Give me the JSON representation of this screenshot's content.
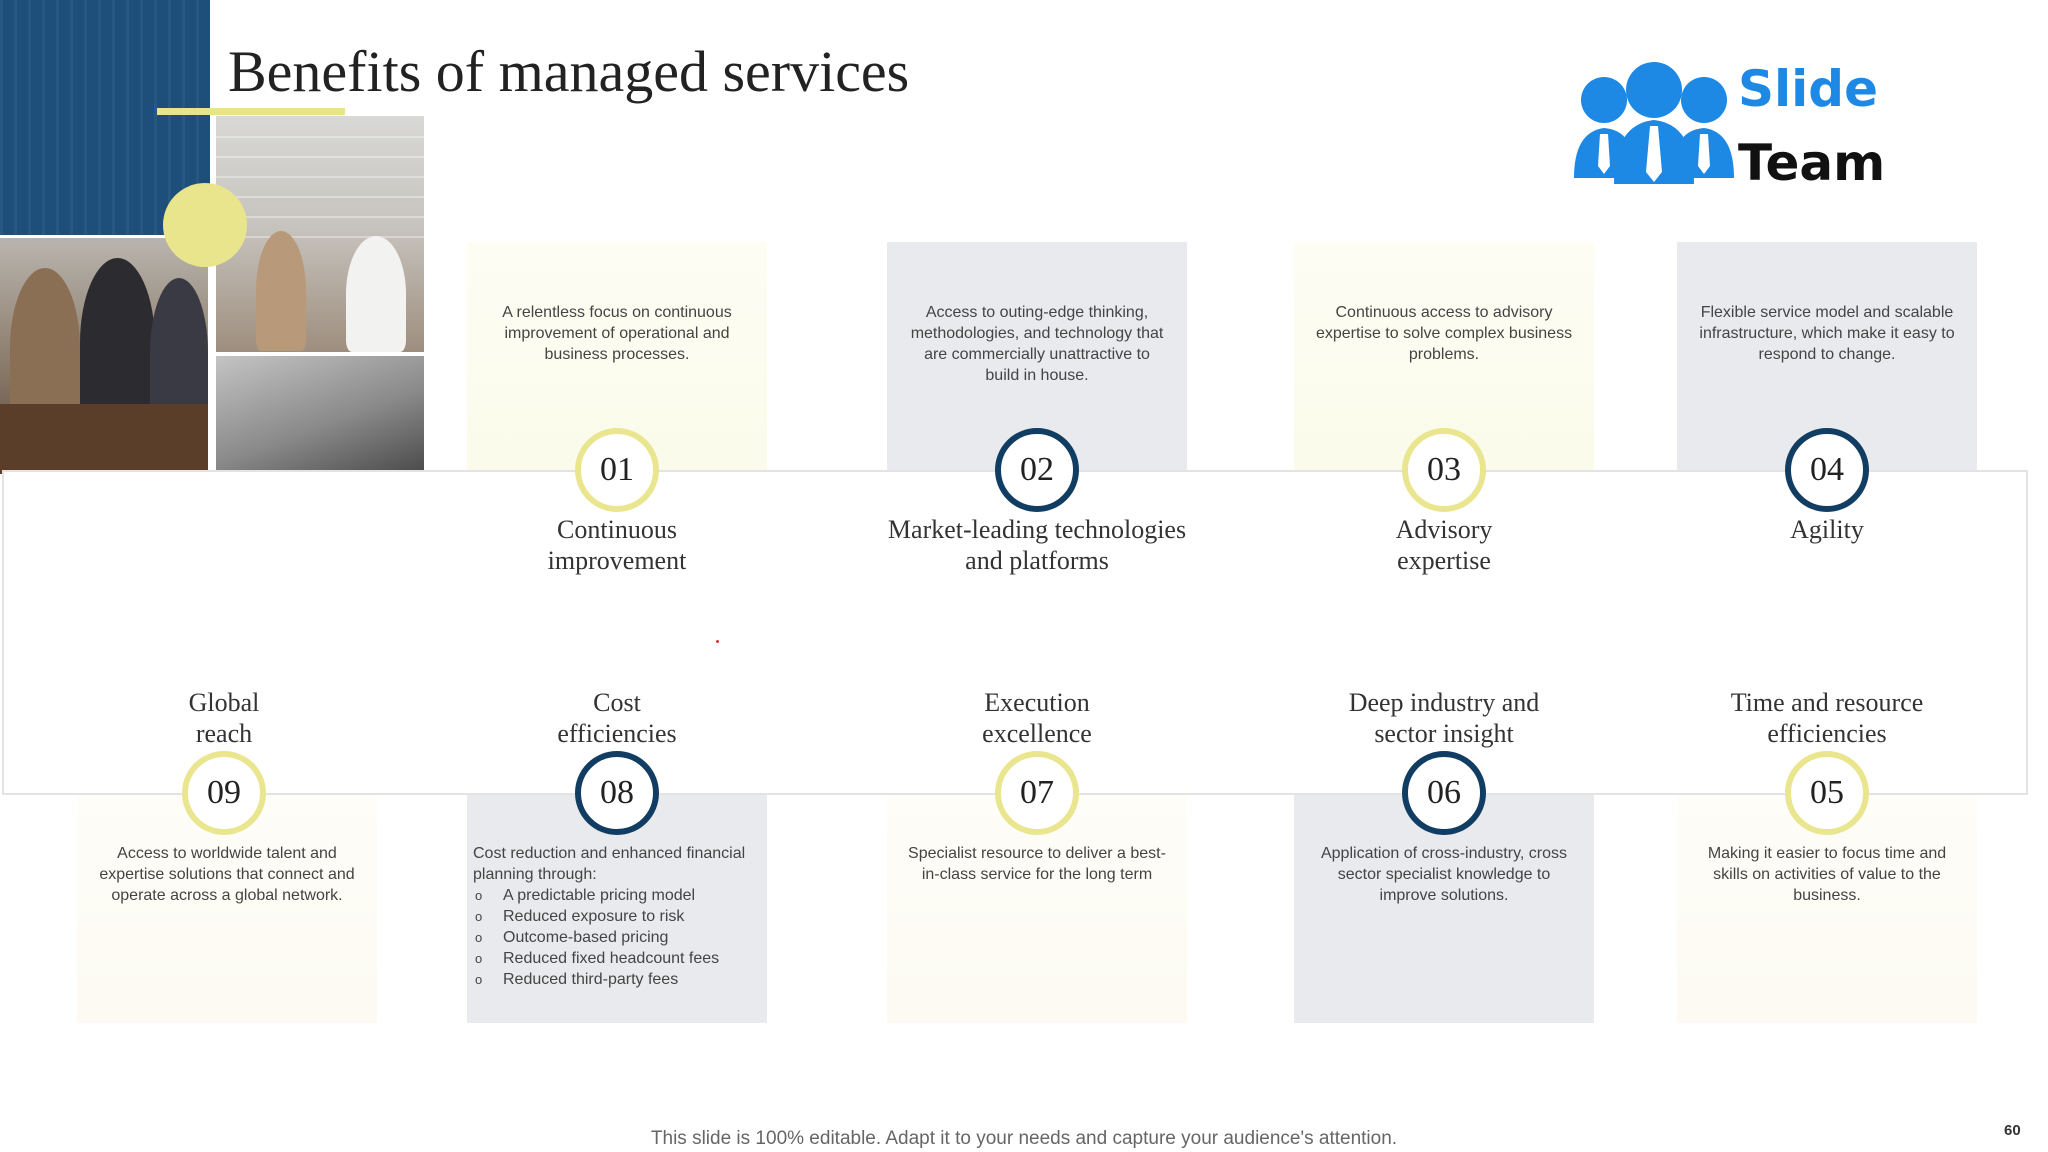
{
  "title": "Benefits of managed services",
  "logo": {
    "line1": "Slide",
    "line2": "Team"
  },
  "top_items": [
    {
      "number": "01",
      "label": "Continuous improvement",
      "text": "A relentless focus on continuous improvement of operational and business processes."
    },
    {
      "number": "02",
      "label": "Market-leading technologies and platforms",
      "text": "Access to outing-edge thinking, methodologies, and technology that are commercially unattractive to build in house."
    },
    {
      "number": "03",
      "label": "Advisory expertise",
      "text": "Continuous access to advisory expertise to solve complex business problems."
    },
    {
      "number": "04",
      "label": "Agility",
      "text": "Flexible service model and scalable infrastructure, which make it easy to respond to change."
    }
  ],
  "bottom_items": [
    {
      "number": "09",
      "label": "Global reach",
      "text": "Access to worldwide talent and expertise solutions that connect and operate across a global network."
    },
    {
      "number": "08",
      "label": "Cost efficiencies",
      "text": "Cost reduction and enhanced financial planning through:",
      "bullets": [
        "A predictable pricing model",
        "Reduced exposure to risk",
        "Outcome-based pricing",
        "Reduced fixed headcount fees",
        "Reduced third-party fees"
      ]
    },
    {
      "number": "07",
      "label": "Execution excellence",
      "text": "Specialist resource to deliver a best-in-class service for the long term"
    },
    {
      "number": "06",
      "label": "Deep industry and sector insight",
      "text": "Application of cross-industry, cross sector specialist knowledge to improve solutions."
    },
    {
      "number": "05",
      "label": "Time and resource efficiencies",
      "text": "Making it easier to focus time and skills on activities of value to the business."
    }
  ],
  "footer": "This slide is 100% editable. Adapt it to your needs and capture your audience's attention.",
  "page_number": "60",
  "colors": {
    "navy": "#123d63",
    "yellow": "#e9e68f",
    "logo_blue": "#1e88e5",
    "card_grey": "#e8eaed"
  }
}
